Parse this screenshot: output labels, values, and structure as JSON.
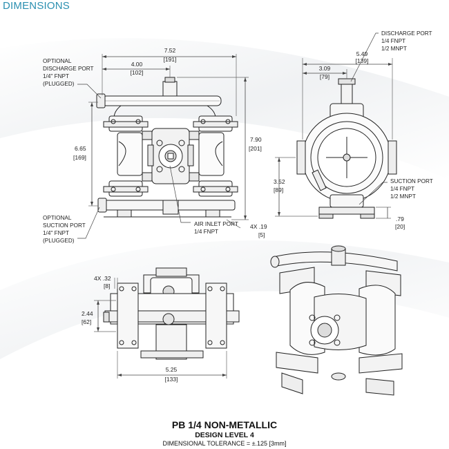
{
  "header": {
    "title": "DIMENSIONS",
    "color": "#2a8fb0"
  },
  "front_view": {
    "overall_width": "7.52",
    "overall_width_mm": "[191]",
    "center_offset": "4.00",
    "center_offset_mm": "[102]",
    "overall_height": "7.90",
    "overall_height_mm": "[201]",
    "port_spacing": "6.65",
    "port_spacing_mm": "[169]",
    "mount_holes": "4X .19",
    "mount_holes_mm": "[5]",
    "optional_discharge": [
      "OPTIONAL",
      "DISCHARGE PORT",
      "1/4\" FNPT",
      "(PLUGGED)"
    ],
    "optional_suction": [
      "OPTIONAL",
      "SUCTION PORT",
      "1/4\" FNPT",
      "(PLUGGED)"
    ],
    "air_inlet": [
      "AIR INLET PORT",
      "1/4 FNPT"
    ]
  },
  "side_view": {
    "overall_depth": "5.49",
    "overall_depth_mm": "[139]",
    "discharge_offset": "3.09",
    "discharge_offset_mm": "[79]",
    "suction_height": "3.52",
    "suction_height_mm": "[89]",
    "base_height": ".79",
    "base_height_mm": "[20]",
    "discharge_port": [
      "DISCHARGE PORT",
      "1/4 FNPT",
      "1/2 MNPT"
    ],
    "suction_port": [
      "SUCTION PORT",
      "1/4 FNPT",
      "1/2 MNPT"
    ]
  },
  "bottom_view": {
    "slots": "4X .32",
    "slots_mm": "[8]",
    "slot_spacing": "2.44",
    "slot_spacing_mm": "[62]",
    "base_width": "5.25",
    "base_width_mm": "[133]"
  },
  "title_block": {
    "model": "PB 1/4 NON-METALLIC",
    "design_level": "DESIGN LEVEL 4",
    "tolerance": "DIMENSIONAL TOLERANCE = ±.125 [3mm]"
  }
}
